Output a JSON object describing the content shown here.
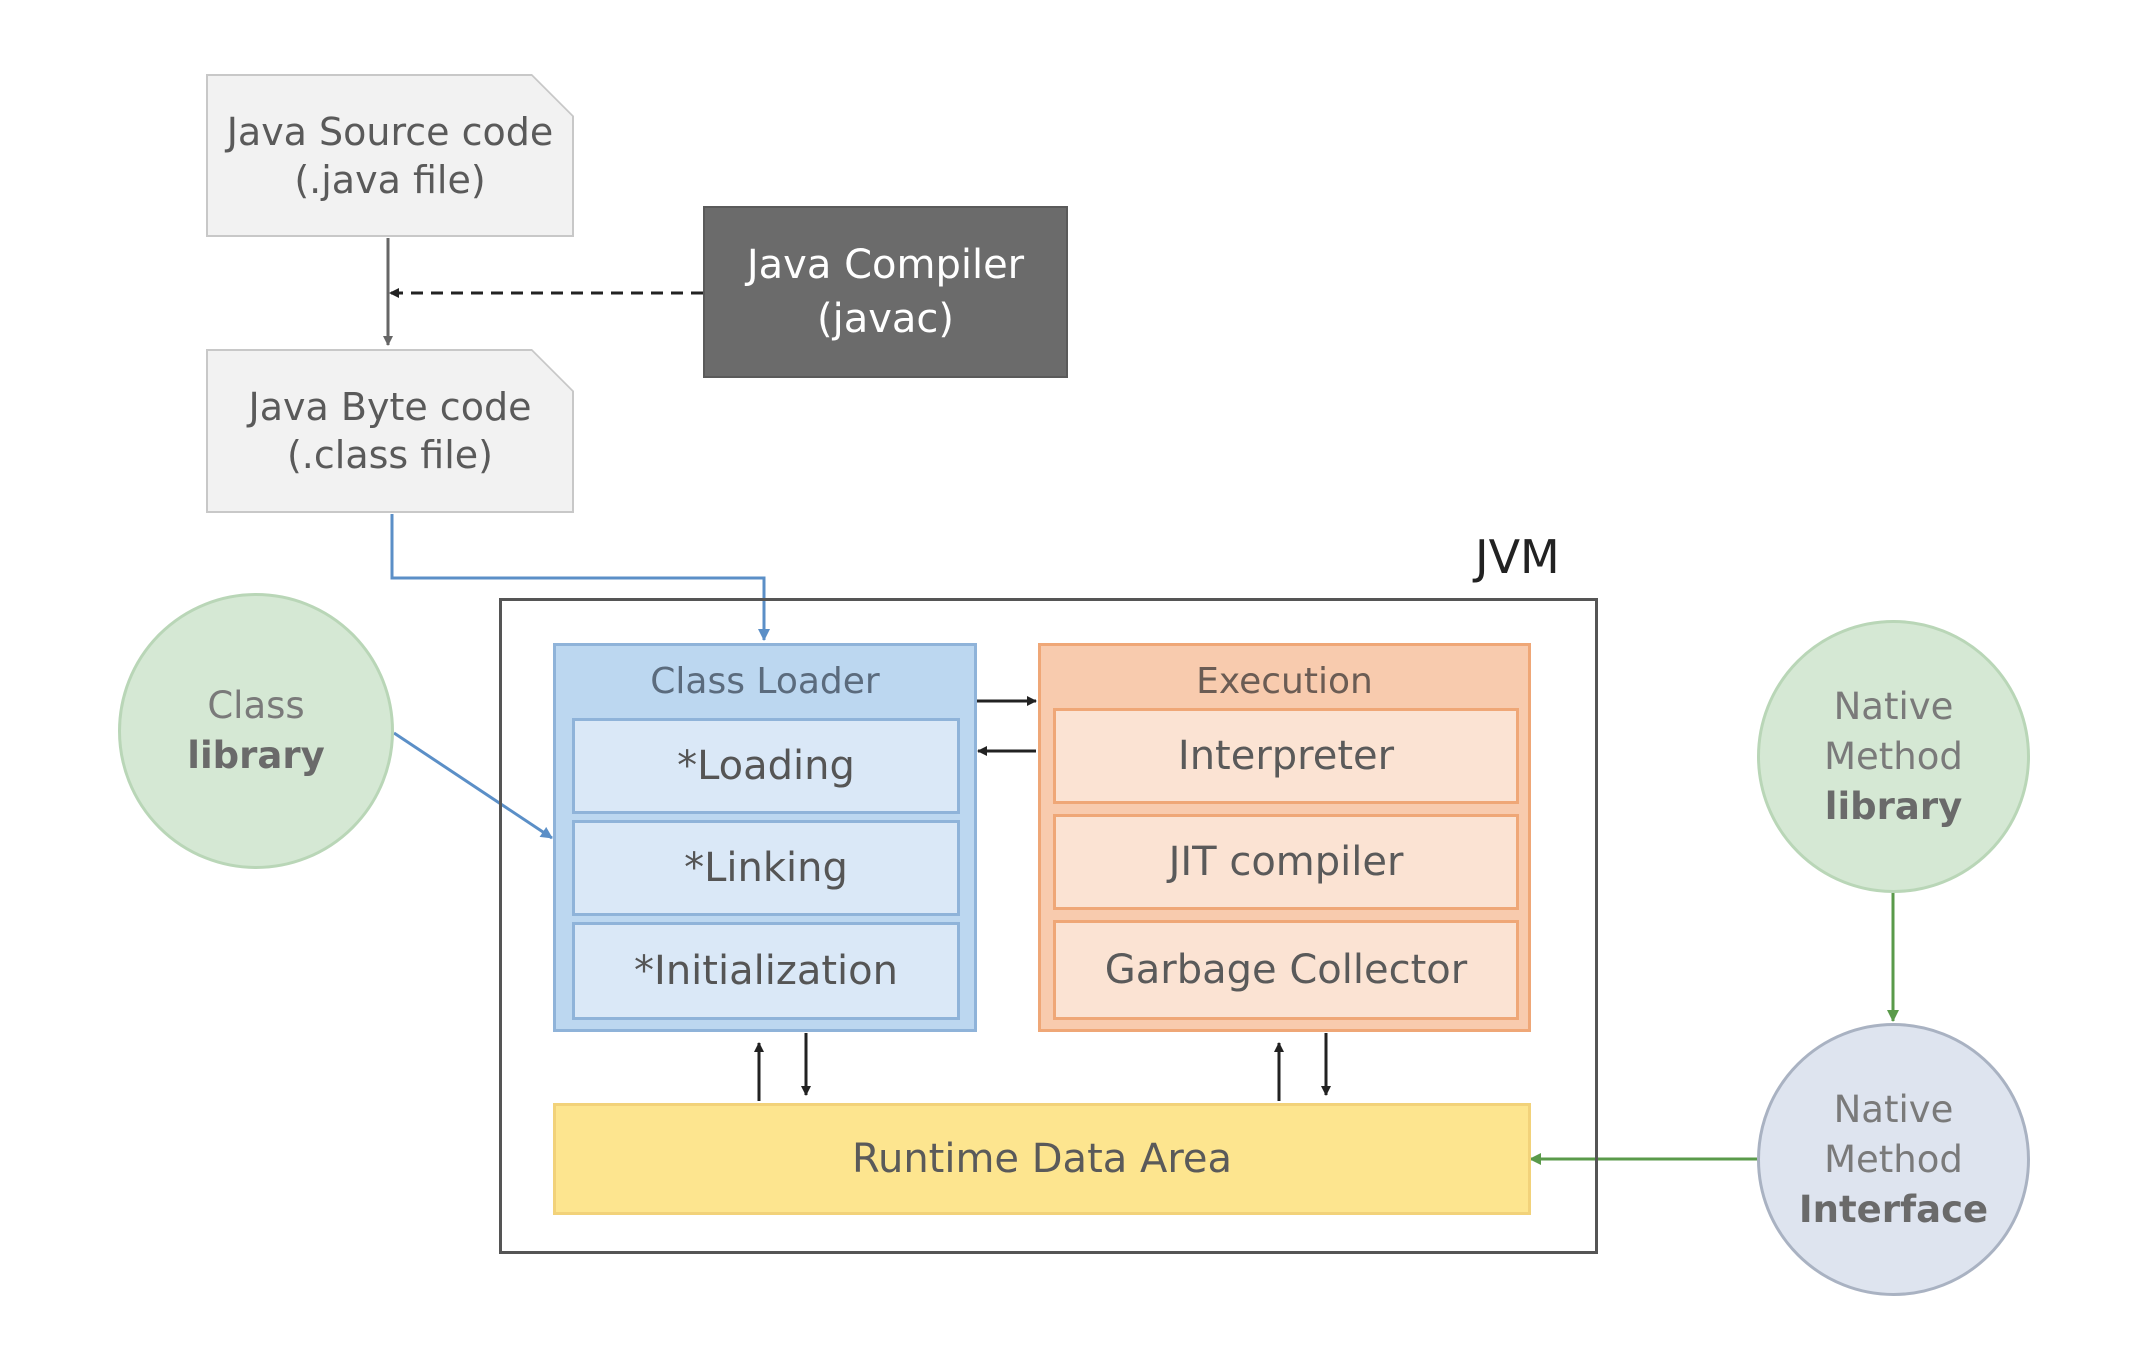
{
  "source_file": {
    "line1": "Java Source code",
    "line2": "(.java file)"
  },
  "compiler": {
    "line1": "Java Compiler",
    "line2": "(javac)"
  },
  "bytecode_file": {
    "line1": "Java Byte code",
    "line2": "(.class file)"
  },
  "jvm": {
    "label": "JVM",
    "class_loader": {
      "title": "Class Loader",
      "items": [
        "*Loading",
        "*Linking",
        "*Initialization"
      ]
    },
    "execution": {
      "title": "Execution",
      "items": [
        "Interpreter",
        "JIT compiler",
        "Garbage Collector"
      ]
    },
    "runtime_data_area": "Runtime Data Area"
  },
  "class_library": {
    "line1": "Class",
    "line2": "library"
  },
  "native_method_library": {
    "line1": "Native",
    "line2": "Method",
    "line3": "library"
  },
  "native_method_interface": {
    "line1": "Native",
    "line2": "Method",
    "line3": "Interface"
  },
  "colors": {
    "file_fill": "#f2f2f2",
    "compiler_fill": "#6b6b6b",
    "class_loader_fill": "#bcd7f0",
    "execution_fill": "#f8cbae",
    "runtime_fill": "#fde58f",
    "library_fill": "#d5e8d4",
    "interface_fill": "#dee4ef",
    "blue_arrow": "#5b8fc7",
    "green_arrow": "#5a9a4a"
  }
}
